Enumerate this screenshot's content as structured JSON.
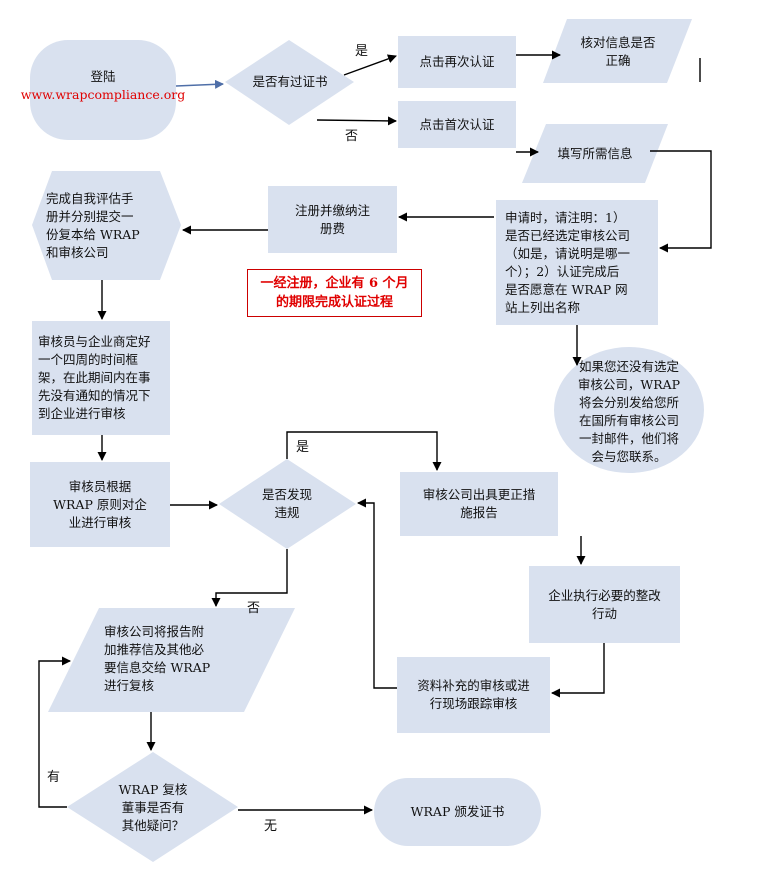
{
  "nodes": {
    "login": {
      "title": "登陆",
      "url": "www.wrapcompliance.org"
    },
    "has_cert": "是否有过证书",
    "recert": "点击再次认证",
    "first_cert": "点击首次认证",
    "check_info": "核对信息是否\n正确",
    "fill_info": "填写所需信息",
    "apply_note": "申请时，请注明：1）\n是否已经选定审核公司\n（如是，请说明是哪一\n个）；2）认证完成后\n是否愿意在 WRAP 网\n站上列出名称",
    "register_pay": "注册并缴纳注\n册费",
    "self_assess": "完成自我评估手\n册并分别提交一\n份复本给 WRAP\n和审核公司",
    "deadline_note": "一经注册，企业有 6 个月\n的期限完成认证过程",
    "no_auditor_note": "如果您还没有选定\n审核公司，WRAP\n将会分别发给您所\n在国所有审核公司\n一封邮件，他们将\n会与您联系。",
    "schedule": "审核员与企业商定好\n一个四周的时间框\n架，在此期间内在事\n先没有通知的情况下\n到企业进行审核",
    "audit": "审核员根据\nWRAP 原则对企\n业进行审核",
    "violation": "是否发现\n违规",
    "corrective_report": "审核公司出具更正措\n施报告",
    "rectify": "企业执行必要的整改\n行动",
    "followup": "资料补充的审核或进\n行现场跟踪审核",
    "submit_report": "审核公司将报告附\n加推荐信及其他必\n要信息交给 WRAP\n进行复核",
    "board_question": "WRAP 复核\n董事是否有\n其他疑问？",
    "issue_cert": "WRAP 颁发证书"
  },
  "edge_labels": {
    "yes_top": "是",
    "no_top": "否",
    "yes_violation": "是",
    "no_violation": "否",
    "yes_board": "有",
    "no_board": "无"
  },
  "colors": {
    "shape_fill": "#d9e1ef",
    "url_red": "#e00000",
    "note_border": "#cc0000"
  }
}
